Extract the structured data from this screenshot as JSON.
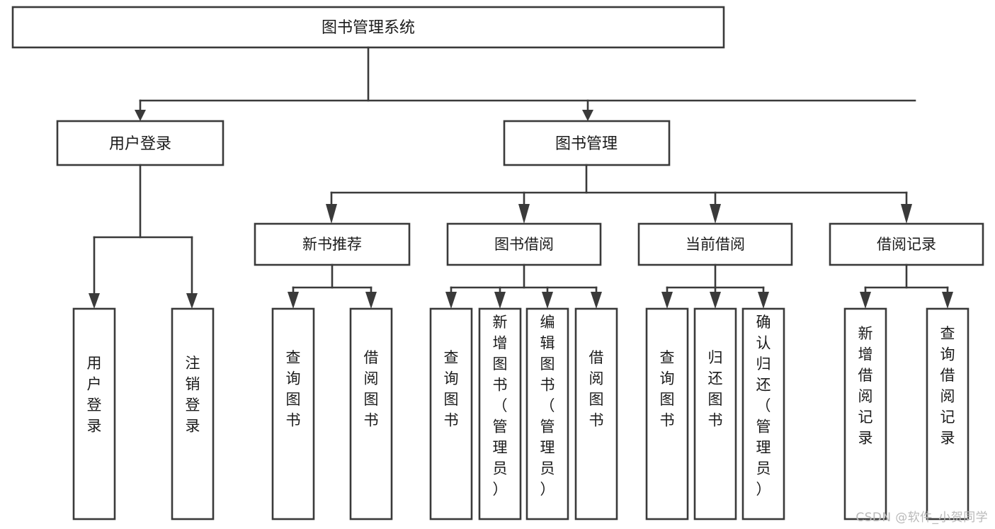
{
  "diagram": {
    "type": "tree-hierarchy",
    "orientation": "top-down",
    "root": {
      "label": "图书管理系统"
    },
    "level2": [
      {
        "label": "用户登录"
      },
      {
        "label": "图书管理"
      }
    ],
    "level3": [
      {
        "label": "新书推荐"
      },
      {
        "label": "图书借阅"
      },
      {
        "label": "当前借阅"
      },
      {
        "label": "借阅记录"
      }
    ],
    "leaves": {
      "user_login": [
        {
          "label": "用户登录"
        },
        {
          "label": "注销登录"
        }
      ],
      "new_book_recommend": [
        {
          "label": "查询图书"
        },
        {
          "label": "借阅图书"
        }
      ],
      "book_borrow": [
        {
          "label": "查询图书"
        },
        {
          "label": "新增图书（管理员）"
        },
        {
          "label": "编辑图书（管理员）"
        },
        {
          "label": "借阅图书"
        }
      ],
      "current_borrow": [
        {
          "label": "查询图书"
        },
        {
          "label": "归还图书"
        },
        {
          "label": "确认归还（管理员）"
        }
      ],
      "borrow_record": [
        {
          "label": "新增借阅记录"
        },
        {
          "label": "查询借阅记录"
        }
      ]
    }
  },
  "watermark": {
    "text": "CSDN @软件_小贺同学"
  },
  "colors": {
    "box_stroke": "#3a3a3a",
    "box_fill": "#ffffff",
    "text": "#1b1b1b",
    "watermark": "#b9b9b9",
    "background": "#ffffff"
  }
}
